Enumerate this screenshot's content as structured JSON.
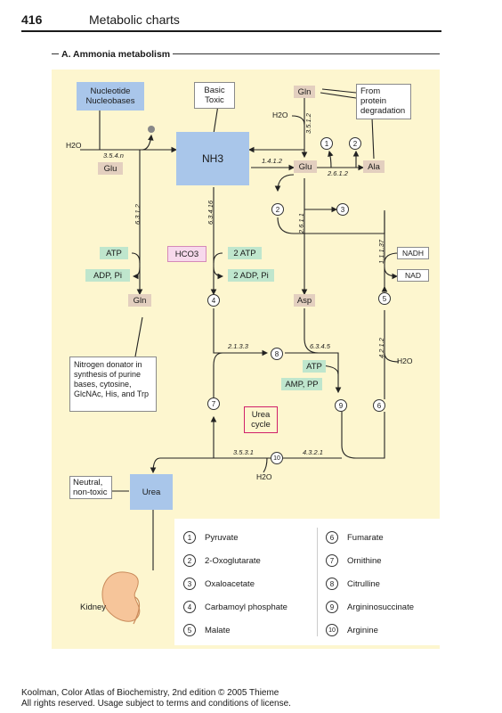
{
  "header": {
    "page_number": "416",
    "title": "Metabolic charts"
  },
  "section_title": "A. Ammonia metabolism",
  "boxes": {
    "nucleotide": "Nucleotide\nNucleobases",
    "basic_toxic": "Basic\nToxic",
    "nh3": "NH3",
    "gln_top": "Gln",
    "protein_degradation": "From\nprotein\ndegradation",
    "glu_left": "Glu",
    "glu_center": "Glu",
    "ala": "Ala",
    "atp_left": "ATP",
    "adp_left": "ADP, Pi",
    "gln_bottom": "Gln",
    "hco3": "HCO3",
    "atp2": "2 ATP",
    "adp2": "2 ADP, Pi",
    "asp": "Asp",
    "nadh": "NADH",
    "nad": "NAD",
    "nitrogen_donor": "Nitrogen donator in\nsynthesis of purine\nbases, cytosine,\nGlcNAc, His, and Trp",
    "atp_right": "ATP",
    "amp_pp": "AMP, PP",
    "urea_cycle": "Urea\ncycle",
    "neutral": "Neutral,\nnon-toxic",
    "urea": "Urea",
    "kidney": "Kidney"
  },
  "labels": {
    "h2o_left": "H2O",
    "h2o_top": "H2O",
    "h2o_right": "H2O",
    "h2o_bottom": "H2O"
  },
  "enzymes": {
    "e3541": "3.5.4.n",
    "e3512": "3.5.1.2",
    "e1412": "1.4.1.2",
    "e2612a": "2.6.1.2",
    "e2611": "2.6.1.1",
    "e6312": "6.3.1.2",
    "e63416": "6.3.4.16",
    "e11137": "1.1.1.37",
    "e4212": "4.2.1.2",
    "e2133": "2.1.3.3",
    "e6345": "6.3.4.5",
    "e3531": "3.5.3.1",
    "e4321": "4.3.2.1"
  },
  "circles": [
    "1",
    "2",
    "2",
    "3",
    "4",
    "5",
    "6",
    "7",
    "8",
    "9",
    "10"
  ],
  "legend": [
    {
      "num": "1",
      "name": "Pyruvate"
    },
    {
      "num": "2",
      "name": "2-Oxoglutarate"
    },
    {
      "num": "3",
      "name": "Oxaloacetate"
    },
    {
      "num": "4",
      "name": "Carbamoyl phosphate"
    },
    {
      "num": "5",
      "name": "Malate"
    },
    {
      "num": "6",
      "name": "Fumarate"
    },
    {
      "num": "7",
      "name": "Ornithine"
    },
    {
      "num": "8",
      "name": "Citrulline"
    },
    {
      "num": "9",
      "name": "Argininosuccinate"
    },
    {
      "num": "10",
      "name": "Arginine"
    }
  ],
  "footer": {
    "line1": "Koolman, Color Atlas of Biochemistry, 2nd edition © 2005 Thieme",
    "line2": "All rights reserved. Usage subject to terms and conditions of license."
  },
  "colors": {
    "panel": "#fdf6cf",
    "blue": "#a9c6ea",
    "tan": "#e3cfbf",
    "green": "#bfe6cd",
    "urea_cycle_border": "#d0206a"
  }
}
